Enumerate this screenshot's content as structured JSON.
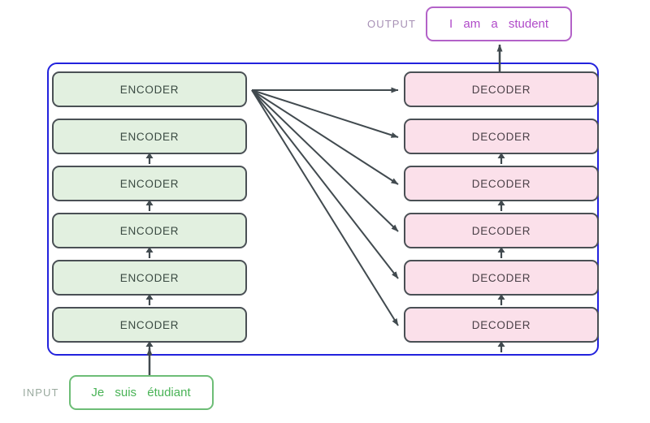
{
  "diagram": {
    "title": "transformer-encoder-decoder-stack",
    "colors": {
      "container_border": "#2222dd",
      "encoder_fill": "#e2f0e0",
      "encoder_border": "#4a5055",
      "encoder_text": "#3a4a42",
      "decoder_fill": "#fbe0ea",
      "decoder_border": "#4a5055",
      "decoder_text": "#4a4047",
      "arrow": "#414a4f",
      "output_border": "#b362c8",
      "output_text": "#b04ac9",
      "output_label": "#a790b5",
      "input_border": "#6dbd76",
      "input_text": "#49b356",
      "input_label": "#9aaa9f",
      "background": "#ffffff"
    }
  },
  "encoder_stack": {
    "name": "encoder-stack",
    "count": 6,
    "blocks": [
      {
        "label": "ENCODER"
      },
      {
        "label": "ENCODER"
      },
      {
        "label": "ENCODER"
      },
      {
        "label": "ENCODER"
      },
      {
        "label": "ENCODER"
      },
      {
        "label": "ENCODER"
      }
    ]
  },
  "decoder_stack": {
    "name": "decoder-stack",
    "count": 6,
    "blocks": [
      {
        "label": "DECODER"
      },
      {
        "label": "DECODER"
      },
      {
        "label": "DECODER"
      },
      {
        "label": "DECODER"
      },
      {
        "label": "DECODER"
      },
      {
        "label": "DECODER"
      }
    ]
  },
  "output": {
    "label": "OUTPUT",
    "text": "I am a student"
  },
  "input": {
    "label": "INPUT",
    "text": "Je suis étudiant"
  }
}
